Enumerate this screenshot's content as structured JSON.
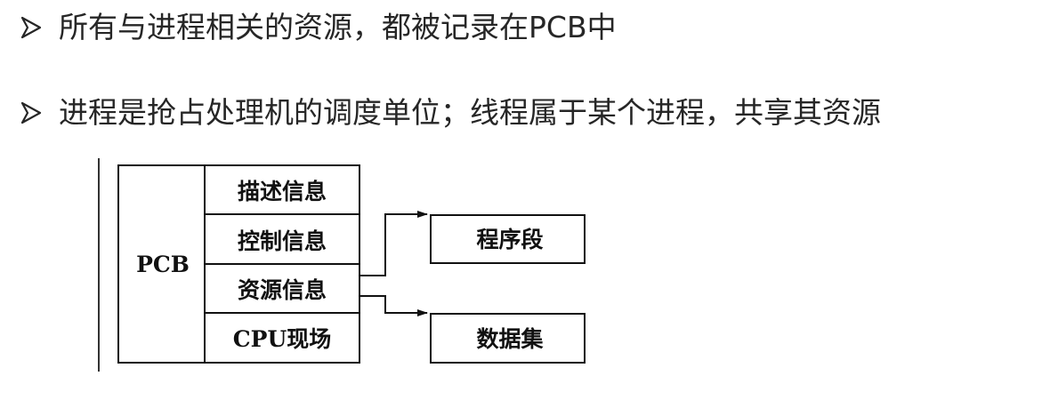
{
  "bullets": [
    {
      "icon": "arrow-bullet-icon",
      "text": "所有与进程相关的资源，都被记录在PCB中"
    },
    {
      "icon": "arrow-bullet-icon",
      "text": "进程是抢占处理机的调度单位；线程属于某个进程，共享其资源"
    }
  ],
  "diagram": {
    "pcb_label": "PCB",
    "fields": [
      "描述信息",
      "控制信息",
      "资源信息",
      "CPU现场"
    ],
    "targets": [
      "程序段",
      "数据集"
    ]
  }
}
